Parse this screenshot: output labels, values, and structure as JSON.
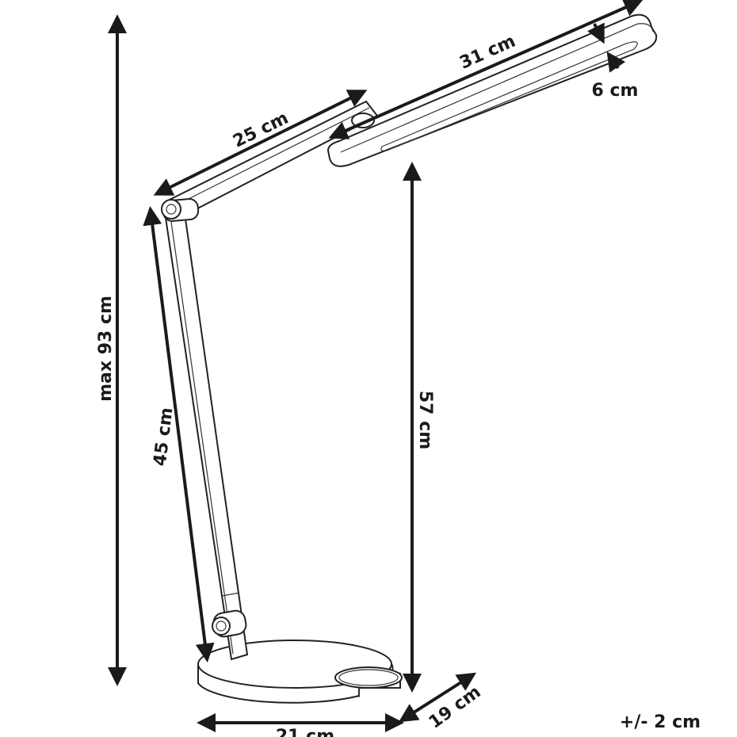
{
  "title": "Desk lamp dimensions",
  "dimensions": {
    "max_height": "max 93 cm",
    "upper_arm": "25 cm",
    "head_length": "31 cm",
    "head_width": "6 cm",
    "lower_arm": "45 cm",
    "head_height": "57 cm",
    "base_width": "21 cm",
    "base_depth": "19 cm",
    "tolerance": "+/- 2 cm"
  },
  "colors": {
    "ink": "#1a1a1a",
    "background": "#ffffff"
  }
}
